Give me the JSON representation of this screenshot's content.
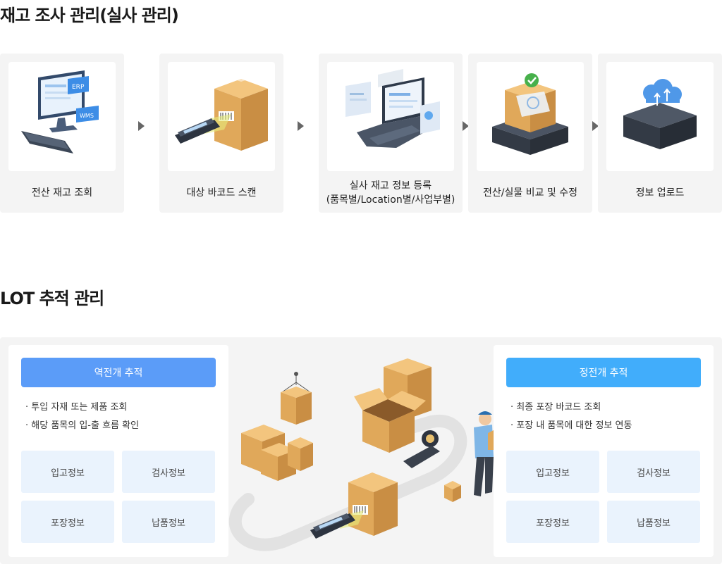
{
  "inventory": {
    "title": "재고 조사 관리(실사 관리)",
    "steps": [
      {
        "lines": [
          "전산 재고 조회"
        ],
        "icon": "erp-wms-computer-icon"
      },
      {
        "lines": [
          "대상 바코드 스캔"
        ],
        "icon": "barcode-scanner-box-icon"
      },
      {
        "lines": [
          "실사 재고 정보 등록",
          "(품목별/Location별/사업부별)"
        ],
        "icon": "laptop-registration-icon"
      },
      {
        "lines": [
          "전산/실물 비교 및 수정"
        ],
        "icon": "verified-box-icon"
      },
      {
        "lines": [
          "정보 업로드"
        ],
        "icon": "cloud-upload-server-icon"
      }
    ]
  },
  "lot": {
    "title": "LOT 추적 관리",
    "backward": {
      "header": "역전개 추적",
      "bullets": [
        "투입 자재 또는 제품 조회",
        "해당 품목의 입-출 흐름 확인"
      ],
      "tiles": [
        "입고정보",
        "검사정보",
        "포장정보",
        "납품정보"
      ]
    },
    "forward": {
      "header": "정전개 추적",
      "bullets": [
        "최종 포장 바코드 조회",
        "포장 내 품목에 대한 정보 연동"
      ],
      "tiles": [
        "입고정보",
        "검사정보",
        "포장정보",
        "납품정보"
      ]
    }
  },
  "colors": {
    "backward_header": "#5b9cf8",
    "forward_header": "#41adfb",
    "tile_bg": "#eaf3fd",
    "panel_bg": "#f4f4f4",
    "box": "#e8b46a"
  }
}
